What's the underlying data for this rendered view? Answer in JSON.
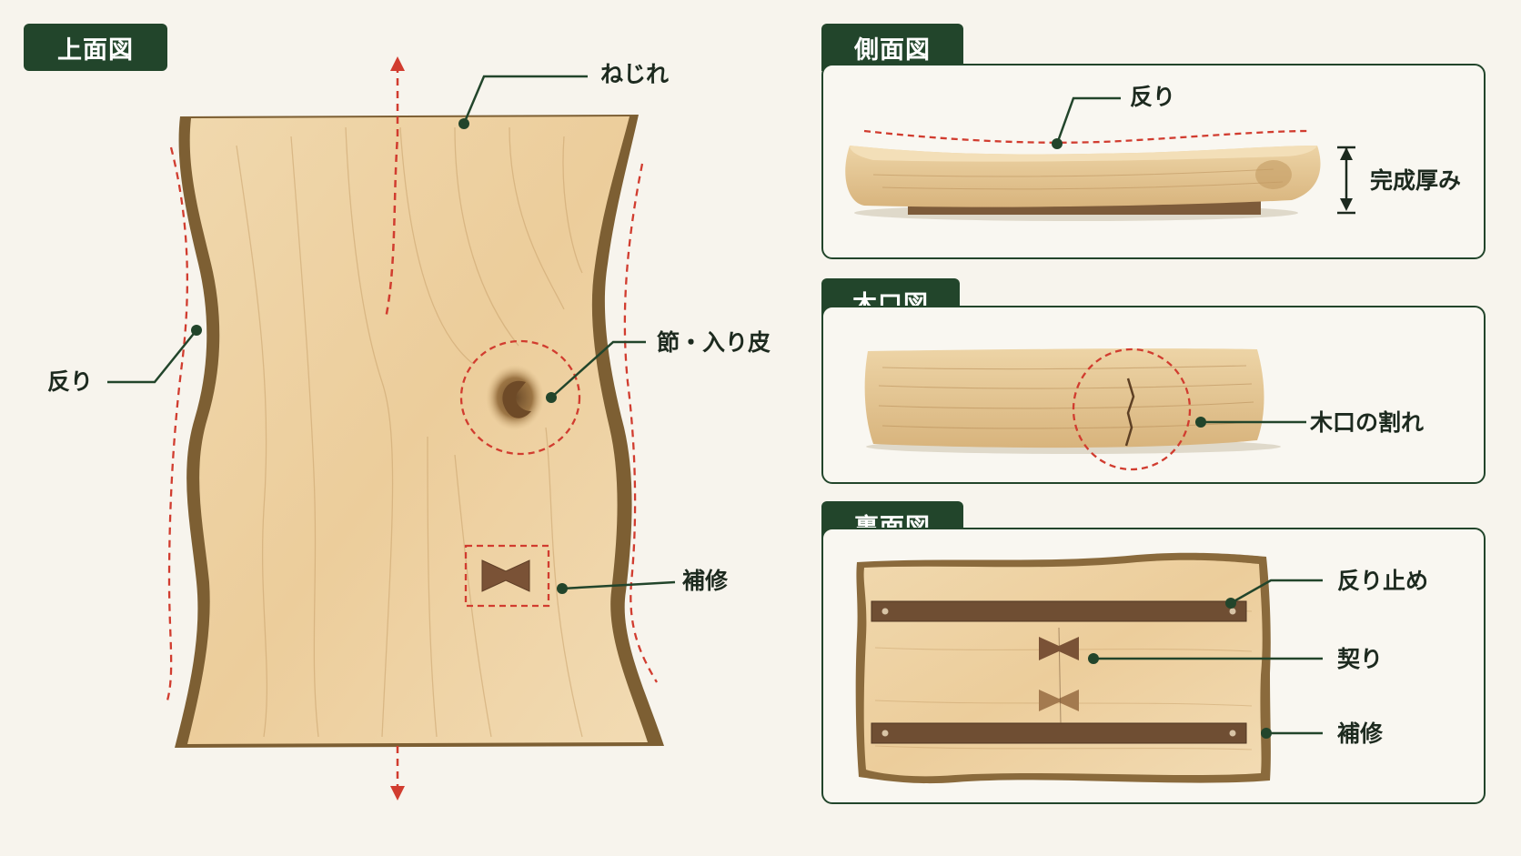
{
  "views": {
    "top": {
      "title": "上面図",
      "callouts": {
        "twist": "ねじれ",
        "warp": "反り",
        "knot": "節・入り皮",
        "repair": "補修"
      }
    },
    "side": {
      "title": "側面図",
      "callouts": {
        "warp": "反り",
        "thickness": "完成厚み"
      }
    },
    "end": {
      "title": "木口図",
      "callouts": {
        "crack": "木口の割れ"
      }
    },
    "bottom": {
      "title": "裏面図",
      "callouts": {
        "brace": "反り止め",
        "butterfly": "契り",
        "repair": "補修"
      }
    }
  },
  "colors": {
    "accent": "#22452b",
    "marker": "#d13c2f",
    "wood": "#ecd2a6",
    "bark": "#8a6a3c",
    "inlay": "#7a5236"
  }
}
